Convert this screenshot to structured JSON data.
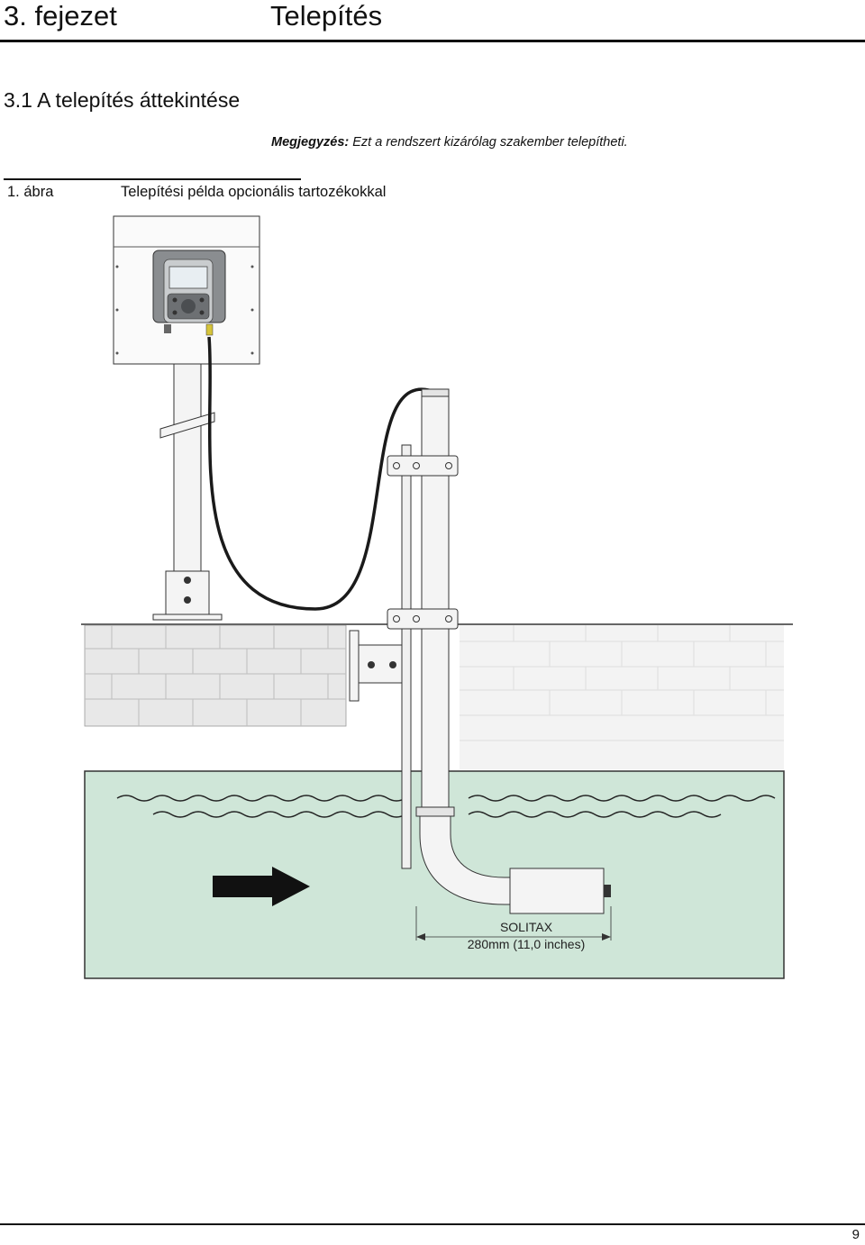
{
  "header": {
    "chapter": "3. fejezet",
    "chapter_title": "Telepítés"
  },
  "section": {
    "title": "3.1   A telepítés áttekintése"
  },
  "note": {
    "label": "Megjegyzés:",
    "text": "Ezt a rendszert kizárólag szakember telepítheti."
  },
  "figure": {
    "number": "1. ábra",
    "caption": "Telepítési példa opcionális tartozékokkal",
    "sensor_label": "SOLITAX",
    "dimension_label": "280mm (11,0 inches)"
  },
  "footer": {
    "page_number": "9"
  },
  "colors": {
    "water": "#cfe6d8",
    "wall": "#e8e8e8",
    "controller": "#8a8d90"
  }
}
